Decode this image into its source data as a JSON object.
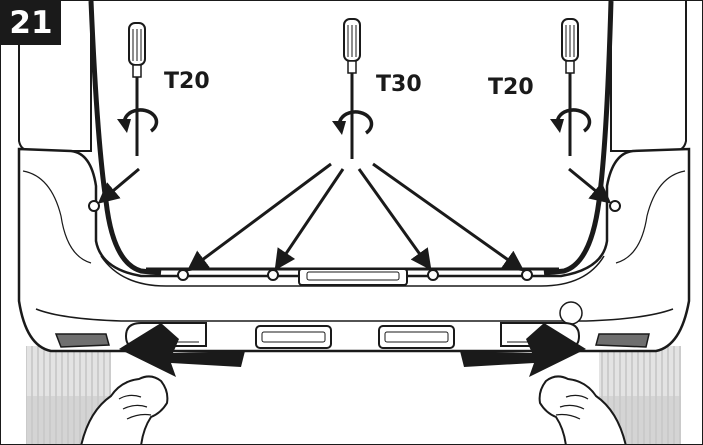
{
  "figure": {
    "step_number": "21",
    "tools": {
      "left": "T20",
      "center": "T30",
      "right": "T20"
    },
    "colors": {
      "ink": "#1a1a1a",
      "shade": "#cfcfcf",
      "light_shade": "#e6e6e6",
      "background": "#ffffff"
    },
    "icons": [
      "screwdriver-icon",
      "rotate-counterclockwise-icon",
      "screw-icon",
      "hand-icon",
      "pull-arrow-icon"
    ]
  }
}
